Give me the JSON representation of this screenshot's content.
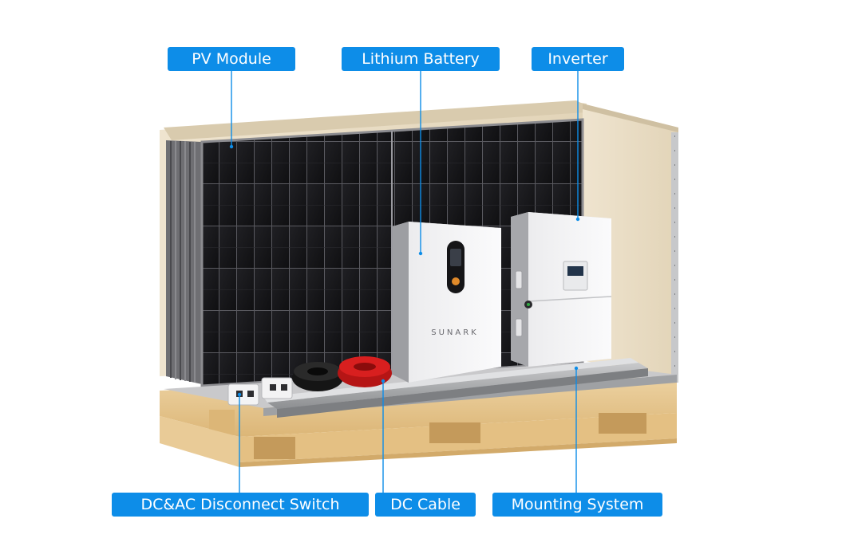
{
  "labels": {
    "pv_module": "PV Module",
    "lithium_battery": "Lithium Battery",
    "inverter": "Inverter",
    "disconnect_switch": "DC&AC Disconnect Switch",
    "dc_cable": "DC Cable",
    "mounting_system": "Mounting System"
  },
  "battery_brand": "SUNARK",
  "colors": {
    "label_bg": "#0d8de8",
    "leader_line": "#0d8de8",
    "panel": "#1a1a1c",
    "crate": "#e8dcc4",
    "pallet": "#e7c790",
    "cable_red": "#d81f1f",
    "cable_black": "#151515"
  }
}
